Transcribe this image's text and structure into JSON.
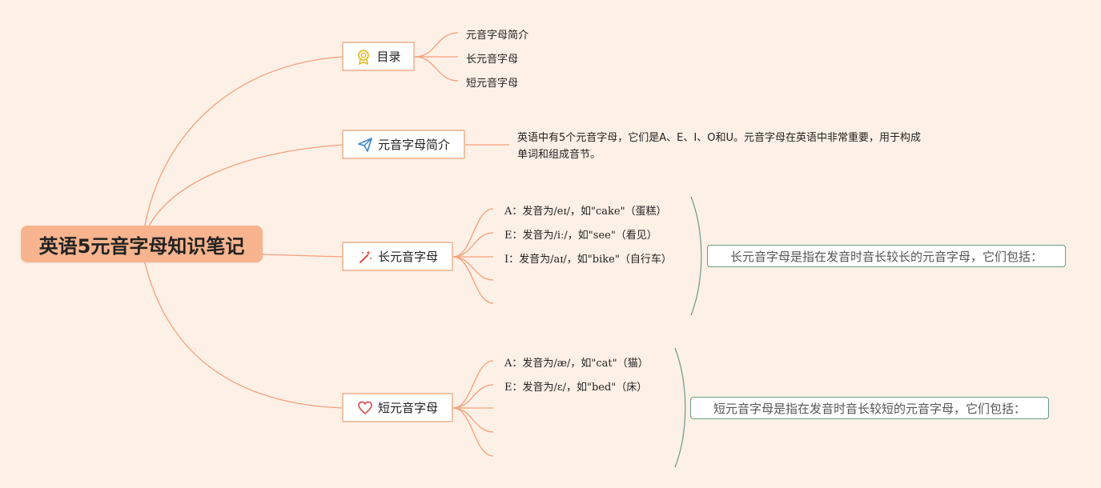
{
  "central": {
    "title": "英语5元音字母知识笔记"
  },
  "colors": {
    "background": "#fdf0e6",
    "central_fill": "#f7b48e",
    "link": "#f4a07a",
    "topic_border": "#f2c1a5",
    "summary_border": "#6b9a8a"
  },
  "topics": {
    "toc": {
      "label": "目录",
      "icon": "award-ribbon-icon",
      "items": [
        "元音字母简介",
        "长元音字母",
        "短元音字母"
      ]
    },
    "intro": {
      "label": "元音字母简介",
      "icon": "paper-plane-icon",
      "description": "英语中有5个元音字母，它们是A、E、I、O和U。元音字母在英语中非常重要，用于构成单词和组成音节。"
    },
    "long": {
      "label": "长元音字母",
      "icon": "magic-wand-icon",
      "items": [
        "A：发音为/eɪ/，如\"cake\"（蛋糕）",
        "E：发音为/iː/，如\"see\"（看见）",
        "I：发音为/aɪ/，如\"bike\"（自行车）",
        "",
        ""
      ],
      "summary": "长元音字母是指在发音时音长较长的元音字母，它们包括："
    },
    "short": {
      "label": "短元音字母",
      "icon": "heart-icon",
      "items": [
        "A：发音为/æ/，如\"cat\"（猫）",
        "E：发音为/ɛ/，如\"bed\"（床）",
        "",
        "",
        ""
      ],
      "summary": "短元音字母是指在发音时音长较短的元音字母，它们包括："
    }
  }
}
